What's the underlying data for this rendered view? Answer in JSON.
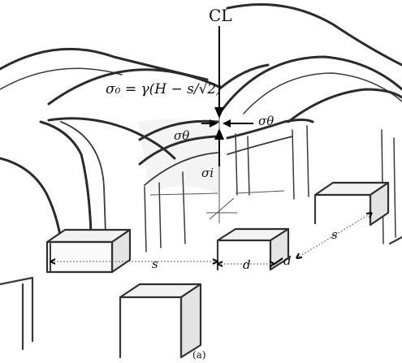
{
  "figure": {
    "centerline_label": "CL",
    "formula": "σ₀ = γ(H − s/√2)",
    "sigma_theta_left": "σθ",
    "sigma_theta_right": "σθ",
    "sigma_i": "σi",
    "dim_s_front": "s",
    "dim_d_1": "d",
    "dim_d_2": "d",
    "dim_s_right": "s",
    "caption": "(a)"
  }
}
